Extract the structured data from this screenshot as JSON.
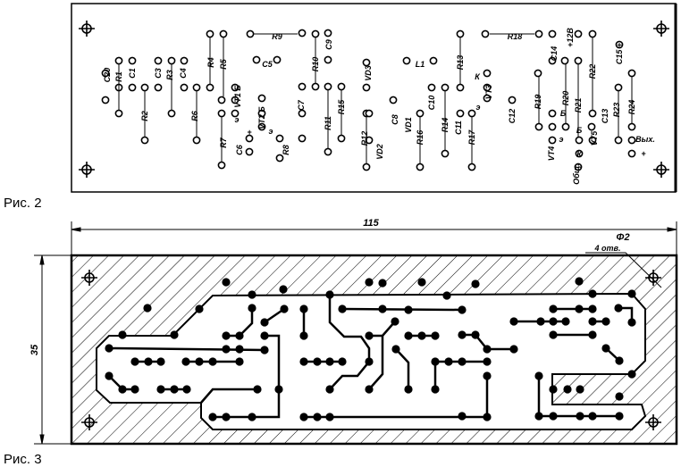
{
  "figure2": {
    "caption": "Рис. 2",
    "labels": [
      "C20",
      "R1",
      "C1",
      "R2",
      "C3",
      "R3",
      "C4",
      "R6",
      "R4",
      "R5",
      "R7",
      "VT1 Б",
      "э",
      "C6",
      "+",
      "C5",
      "VT2 Б",
      "э",
      "R8",
      "C7",
      "R9",
      "R10",
      "C9",
      "R11",
      "R15",
      "R12",
      "VD3",
      "VD2",
      "C8",
      "VD1",
      "L1",
      "R16",
      "C10",
      "R14",
      "C11",
      "R13",
      "R17",
      "К",
      "VT3",
      "э",
      "C12",
      "R18",
      "R19",
      "C14",
      "+12В",
      "R20",
      "R21",
      "R22",
      "VT4",
      "э",
      "Б",
      "К",
      "Б",
      "Общ.",
      "VT5",
      "C13",
      "R23",
      "R24",
      "Вых.",
      "C15 +",
      "+"
    ]
  },
  "figure3": {
    "caption": "Рис. 3",
    "width_dim": "115",
    "height_dim": "35",
    "hole_dia": "Φ2",
    "hole_count": "4 отв."
  },
  "colors": {
    "ink": "#000000",
    "paper": "#ffffff"
  }
}
